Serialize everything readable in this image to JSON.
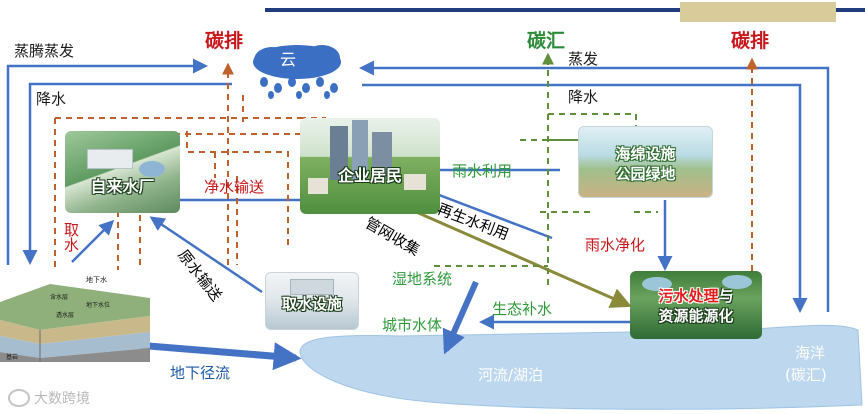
{
  "headings": {
    "carbon_emission_left": "碳排",
    "carbon_sink": "碳汇",
    "carbon_emission_right": "碳排"
  },
  "labels": {
    "evaporation_left": "蒸腾蒸发",
    "precipitation_left": "降水",
    "evaporation_right": "蒸发",
    "precipitation_right": "降水",
    "cloud": "云",
    "clean_water_delivery": "净水输送",
    "water_intake": "取水",
    "raw_water_delivery": "原水输送",
    "pipe_network_collection": "管网收集",
    "rainwater_use": "雨水利用",
    "reclaimed_water_use": "再生水利用",
    "rainwater_purification": "雨水净化",
    "wetland_system": "湿地系统",
    "ecological_replenishment": "生态补水",
    "urban_water_body": "城市水体",
    "groundwater_runoff": "地下径流",
    "river_lake": "河流/湖泊",
    "ocean": "海洋",
    "ocean_sink": "(碳汇)",
    "watermark": "大数跨境"
  },
  "tiles": {
    "waterworks": "自来水厂",
    "residents": "企业居民",
    "intake": "取水设施",
    "sponge_line1": "海绵设施",
    "sponge_line2": "公园绿地",
    "treatment_red": "污水处理",
    "treatment_white": "与",
    "treatment_line2": "资源能源化"
  },
  "groundwater_tiny_labels": [
    "地下水",
    "含水层",
    "地下水位",
    "透水层",
    "基岩"
  ],
  "colors": {
    "red": "#c8171b",
    "green": "#2e9a3a",
    "blue_arrow": "#4472c4",
    "navy_bar": "#1f3d7a",
    "tan_bar": "#d9cc9a",
    "dash_orange": "#c0612b",
    "dash_green": "#5f8f3a",
    "olive_arrow": "#8a8a3a",
    "water": "#bcd7ee"
  }
}
